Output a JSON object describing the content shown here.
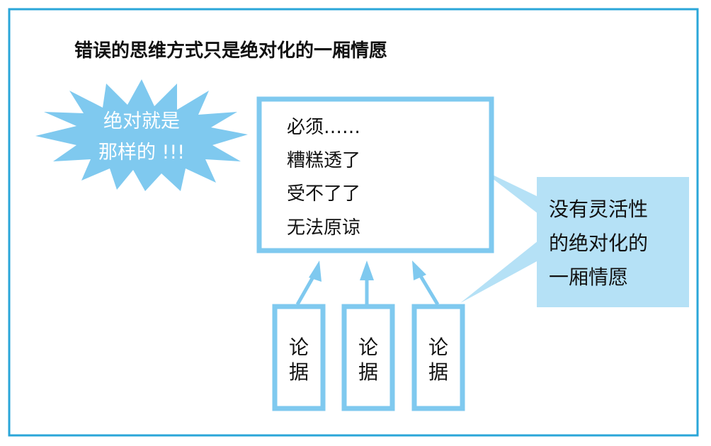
{
  "title": "错误的思维方式只是绝对化的一厢情愿",
  "burst": {
    "line1": "绝对就是",
    "line2": "那样的 !!!"
  },
  "main_box": {
    "lines": [
      "必须……",
      "糟糕透了",
      "受不了了",
      "无法原谅"
    ]
  },
  "callout": {
    "lines": [
      "没有灵活性",
      "的绝对化的",
      "一厢情愿"
    ]
  },
  "evidence": [
    {
      "char1": "论",
      "char2": "据"
    },
    {
      "char1": "论",
      "char2": "据"
    },
    {
      "char1": "论",
      "char2": "据"
    }
  ],
  "colors": {
    "frame": "#2aa6d8",
    "shape": "#7fc9ef",
    "callout": "#b5e1f6",
    "text": "#111111"
  }
}
